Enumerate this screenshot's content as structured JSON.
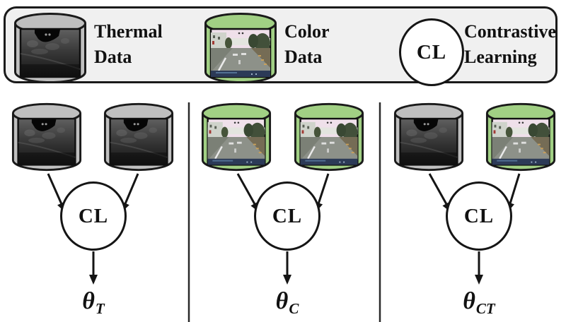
{
  "figure": {
    "legend": {
      "thermal": {
        "line1": "Thermal",
        "line2": "Data"
      },
      "color": {
        "line1": "Color",
        "line2": "Data"
      },
      "contrastive": {
        "symbol": "CL",
        "line1": "Contrastive",
        "line2": "Learning"
      }
    },
    "panels": [
      {
        "key": "thermal_thermal",
        "inputs": [
          "thermal",
          "thermal"
        ],
        "cl_symbol": "CL",
        "theta": "θ",
        "subscript": "T"
      },
      {
        "key": "color_color",
        "inputs": [
          "color",
          "color"
        ],
        "cl_symbol": "CL",
        "theta": "θ",
        "subscript": "C"
      },
      {
        "key": "color_thermal",
        "inputs": [
          "thermal",
          "color"
        ],
        "cl_symbol": "CL",
        "theta": "θ",
        "subscript": "CT"
      }
    ]
  },
  "colors": {
    "thermal_fill": "#bfbfbf",
    "color_fill": "#a1d084",
    "outline": "#1a1a1a",
    "legend_background": "#f0f0f0",
    "page_background": "#ffffff"
  }
}
